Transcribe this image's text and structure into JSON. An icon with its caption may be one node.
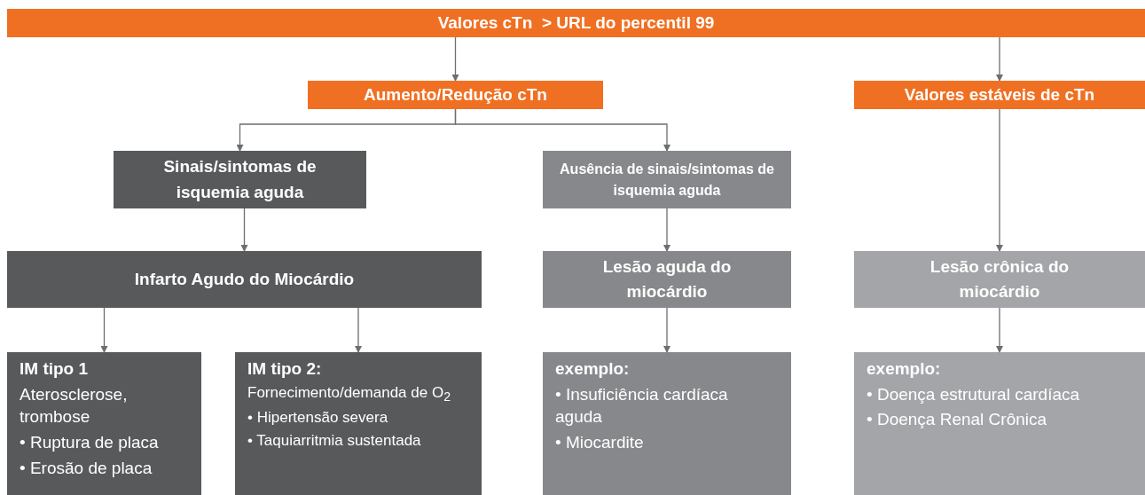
{
  "diagram": {
    "nodes": [
      {
        "text": [
          "Valores cTn  > URL do percentil 99"
        ]
      },
      {
        "text": [
          "Aumento/Redução cTn"
        ]
      },
      {
        "text": [
          "Valores estáveis de cTn"
        ]
      },
      {
        "text": [
          "Sinais/sintomas de isquemia aguda"
        ]
      },
      {
        "text": [
          "Ausência de sinais/sintomas de isquemia aguda"
        ]
      },
      {
        "text": [
          "Infarto Agudo do Miocárdio"
        ]
      },
      {
        "text": [
          "Lesão aguda do miocárdio"
        ]
      },
      {
        "text": [
          "Lesão crônica do miocárdio"
        ]
      },
      {
        "text": [
          "IM tipo 1",
          "Aterosclerose, trombose",
          "• Ruptura de placa",
          "• Erosão de placa"
        ]
      },
      {
        "text": [
          "IM tipo 2:",
          "Fornecimento/demanda de O$_{2}$",
          "• Hipertensão severa",
          "• Taquiarritmia sustentada"
        ]
      },
      {
        "text": [
          "exemplo:",
          "• Insuficiência cardíaca aguda",
          "• Miocardite"
        ]
      },
      {
        "text": [
          "exemplo:",
          "• Doença estrutural cardíaca",
          "• Doença Renal Crônica"
        ]
      }
    ],
    "edges": [
      {
        "from": 0,
        "to": 1,
        "arrow": "to"
      },
      {
        "from": 0,
        "to": 2,
        "arrow": "to"
      },
      {
        "from": 1,
        "to": 3,
        "arrow": "to"
      },
      {
        "from": 1,
        "to": 4,
        "arrow": "to"
      },
      {
        "from": 3,
        "to": 5,
        "arrow": "to"
      },
      {
        "from": 4,
        "to": 6,
        "arrow": "to"
      },
      {
        "from": 2,
        "to": 7,
        "arrow": "to"
      },
      {
        "from": 5,
        "to": 8,
        "arrow": "to"
      },
      {
        "from": 5,
        "to": 9,
        "arrow": "to"
      },
      {
        "from": 6,
        "to": 10,
        "arrow": "to"
      },
      {
        "from": 7,
        "to": 11,
        "arrow": "to"
      }
    ]
  }
}
